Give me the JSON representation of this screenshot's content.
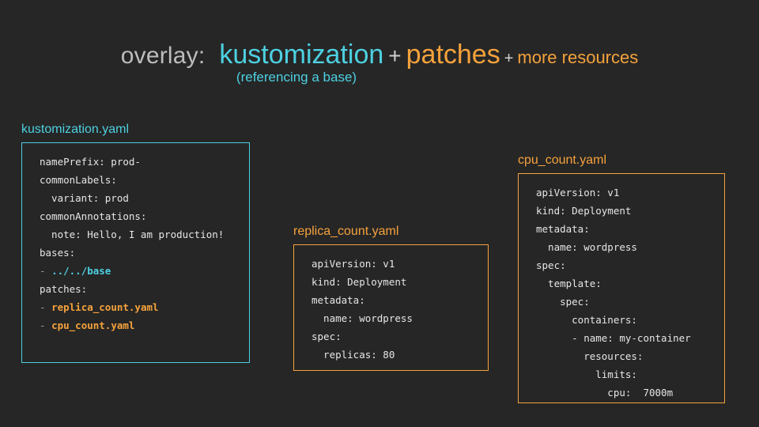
{
  "heading": {
    "overlay_label": "overlay:",
    "kustomization": "kustomization",
    "plus1": "+",
    "patches": "patches",
    "plus2": "+",
    "more_resources": "more resources",
    "subtitle": "(referencing a base)"
  },
  "colors": {
    "background": "#262626",
    "cyan": "#4dd0e1",
    "amber": "#f5a23c",
    "text": "#e6e6e6",
    "muted": "#bdbdbd",
    "dash": "#9e9e9e"
  },
  "cards": [
    {
      "id": "kustomization",
      "title": "kustomization.yaml",
      "accent": "cyan",
      "lines": [
        [
          {
            "t": "namePrefix: prod-",
            "c": "plain"
          }
        ],
        [
          {
            "t": "commonLabels:",
            "c": "plain"
          }
        ],
        [
          {
            "t": "  variant: prod",
            "c": "plain"
          }
        ],
        [
          {
            "t": "commonAnnotations:",
            "c": "plain"
          }
        ],
        [
          {
            "t": "  note: Hello, I am production!",
            "c": "plain"
          }
        ],
        [
          {
            "t": "bases:",
            "c": "plain"
          }
        ],
        [
          {
            "t": "- ",
            "c": "dash"
          },
          {
            "t": "../../base",
            "c": "cyan"
          }
        ],
        [
          {
            "t": "patches:",
            "c": "plain"
          }
        ],
        [
          {
            "t": "- ",
            "c": "dash"
          },
          {
            "t": "replica_count.yaml",
            "c": "amber"
          }
        ],
        [
          {
            "t": "- ",
            "c": "dash"
          },
          {
            "t": "cpu_count.yaml",
            "c": "amber"
          }
        ]
      ]
    },
    {
      "id": "replica",
      "title": "replica_count.yaml",
      "accent": "amber",
      "lines": [
        [
          {
            "t": "apiVersion: v1",
            "c": "plain"
          }
        ],
        [
          {
            "t": "kind: Deployment",
            "c": "plain"
          }
        ],
        [
          {
            "t": "metadata:",
            "c": "plain"
          }
        ],
        [
          {
            "t": "  name: wordpress",
            "c": "plain"
          }
        ],
        [
          {
            "t": "spec:",
            "c": "plain"
          }
        ],
        [
          {
            "t": "  replicas: 80",
            "c": "plain"
          }
        ]
      ]
    },
    {
      "id": "cpu",
      "title": "cpu_count.yaml",
      "accent": "amber",
      "lines": [
        [
          {
            "t": "apiVersion: v1",
            "c": "plain"
          }
        ],
        [
          {
            "t": "kind: Deployment",
            "c": "plain"
          }
        ],
        [
          {
            "t": "metadata:",
            "c": "plain"
          }
        ],
        [
          {
            "t": "  name: wordpress",
            "c": "plain"
          }
        ],
        [
          {
            "t": "spec:",
            "c": "plain"
          }
        ],
        [
          {
            "t": "  template:",
            "c": "plain"
          }
        ],
        [
          {
            "t": "    spec:",
            "c": "plain"
          }
        ],
        [
          {
            "t": "      containers:",
            "c": "plain"
          }
        ],
        [
          {
            "t": "      - name: my-container",
            "c": "plain"
          }
        ],
        [
          {
            "t": "        resources:",
            "c": "plain"
          }
        ],
        [
          {
            "t": "          limits:",
            "c": "plain"
          }
        ],
        [
          {
            "t": "            cpu:  7000m",
            "c": "plain"
          }
        ]
      ]
    }
  ]
}
